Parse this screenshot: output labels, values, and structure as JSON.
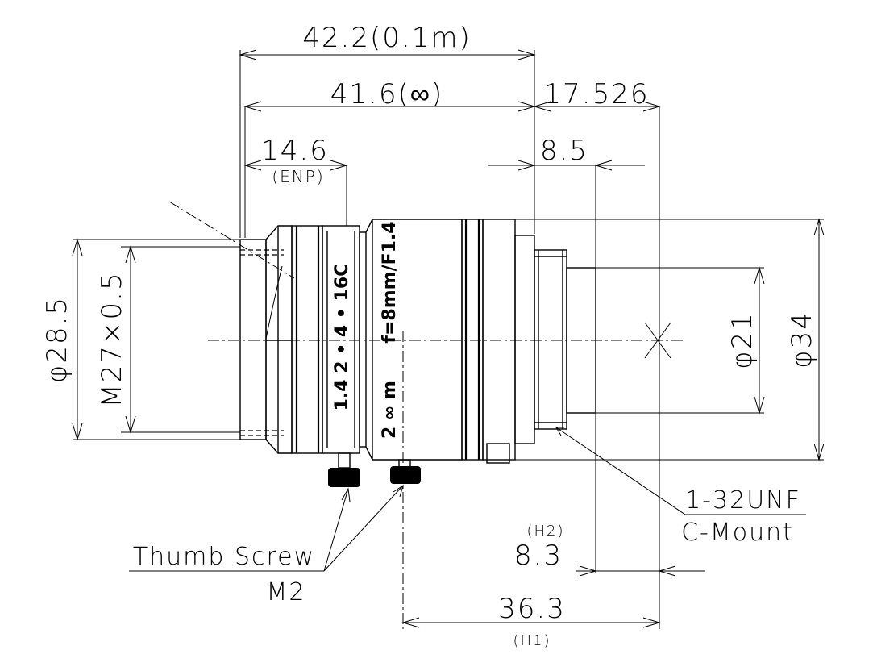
{
  "dimensions": {
    "total_length_near": "42.2(0.1m)",
    "total_length_inf": "41.6(∞)",
    "flange_back": "17.526",
    "enp_value": "14.6",
    "enp_label": "(ENP)",
    "mount_depth": "8.5",
    "h2_label": "(H2)",
    "h2_value": "8.3",
    "h1_value": "36.3",
    "h1_label": "(H1)",
    "front_diameter": "φ28.5",
    "filter_thread": "M27×0.5",
    "rear_diameter": "φ21",
    "body_diameter": "φ34"
  },
  "lens_markings": {
    "focal_aperture": "f=8mm/F1.4",
    "aperture_scale": "1.4  2 • 4 • 16C",
    "focus_scale": "2  ∞  m"
  },
  "callouts": {
    "thumb_screw": "Thumb Screw",
    "thumb_screw_size": "M2",
    "thread": "1-32UNF",
    "mount": "C-Mount"
  }
}
